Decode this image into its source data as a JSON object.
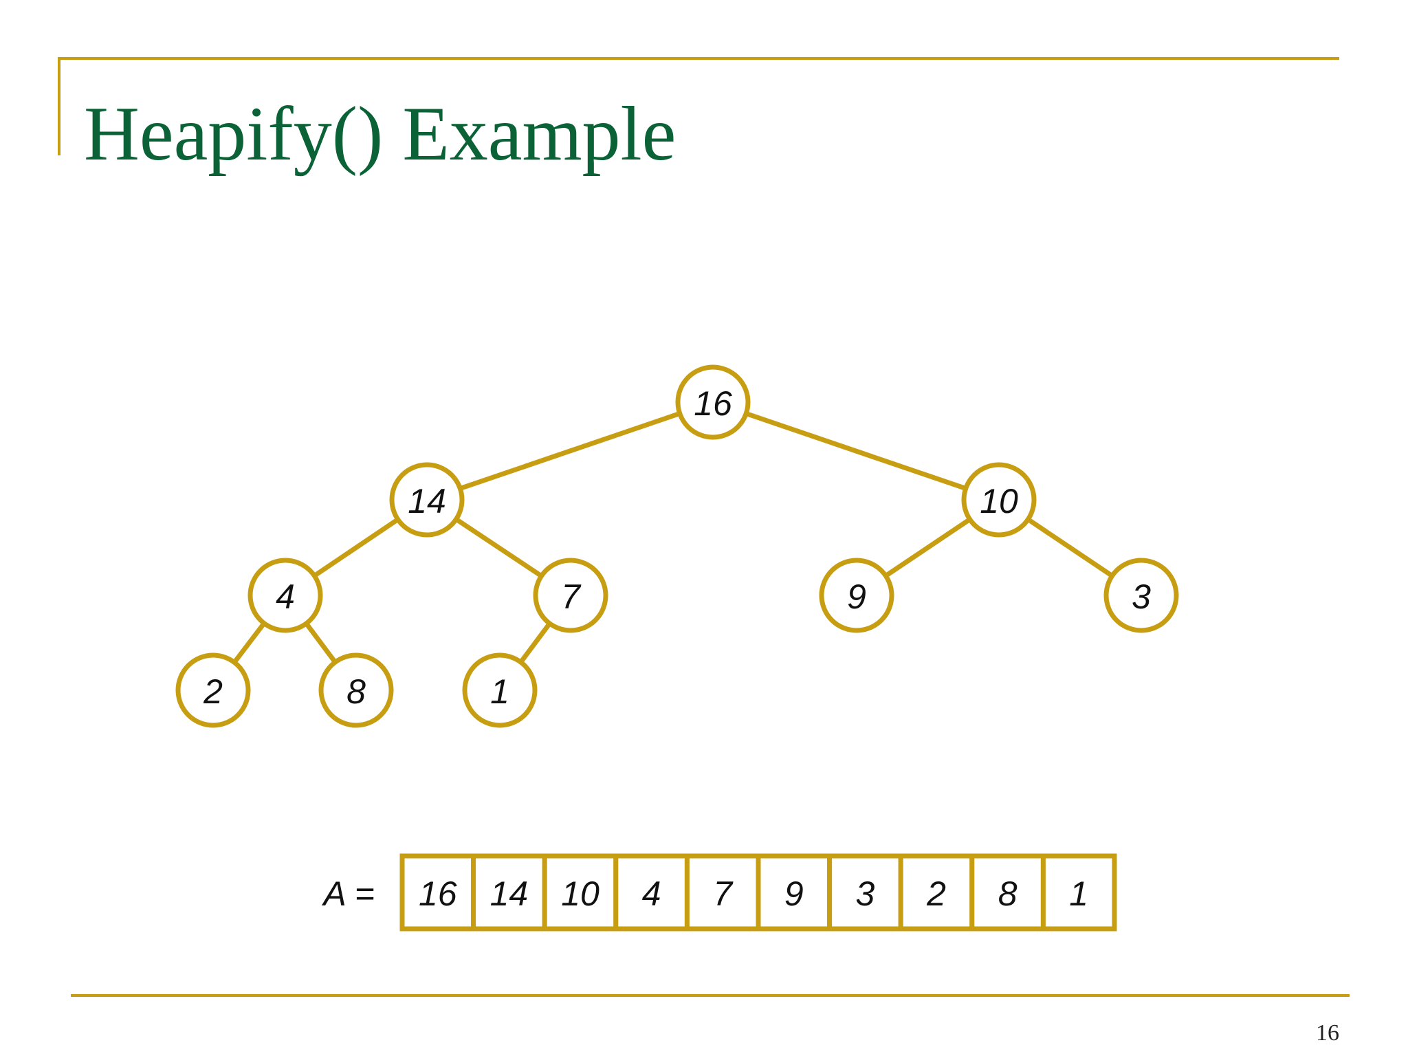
{
  "slide": {
    "title": "Heapify() Example",
    "page_number": "16"
  },
  "colors": {
    "title": "#0b6236",
    "accent": "#c79d12",
    "text": "#111111",
    "background": "#ffffff"
  },
  "heap": {
    "nodes": [
      {
        "id": "n1",
        "value": "16"
      },
      {
        "id": "n2",
        "value": "14"
      },
      {
        "id": "n3",
        "value": "10"
      },
      {
        "id": "n4",
        "value": "4"
      },
      {
        "id": "n5",
        "value": "7"
      },
      {
        "id": "n6",
        "value": "9"
      },
      {
        "id": "n7",
        "value": "3"
      },
      {
        "id": "n8",
        "value": "2"
      },
      {
        "id": "n9",
        "value": "8"
      },
      {
        "id": "n10",
        "value": "1"
      }
    ],
    "edges": [
      [
        "n1",
        "n2"
      ],
      [
        "n1",
        "n3"
      ],
      [
        "n2",
        "n4"
      ],
      [
        "n2",
        "n5"
      ],
      [
        "n3",
        "n6"
      ],
      [
        "n3",
        "n7"
      ],
      [
        "n4",
        "n8"
      ],
      [
        "n4",
        "n9"
      ],
      [
        "n5",
        "n10"
      ]
    ]
  },
  "array": {
    "label": "A =",
    "values": [
      "16",
      "14",
      "10",
      "4",
      "7",
      "9",
      "3",
      "2",
      "8",
      "1"
    ]
  }
}
